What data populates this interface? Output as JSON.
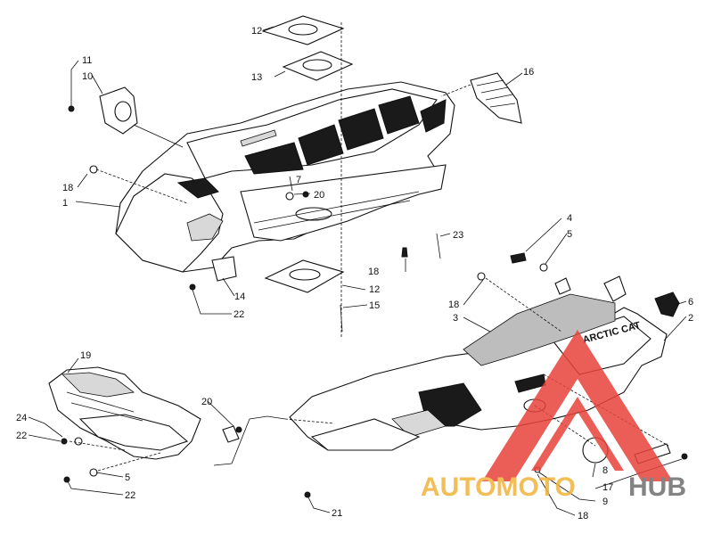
{
  "diagram": {
    "callouts": [
      {
        "id": "c11",
        "label": "11"
      },
      {
        "id": "c10",
        "label": "10"
      },
      {
        "id": "c12a",
        "label": "12"
      },
      {
        "id": "c13",
        "label": "13"
      },
      {
        "id": "c16",
        "label": "16"
      },
      {
        "id": "c18a",
        "label": "18"
      },
      {
        "id": "c1",
        "label": "1"
      },
      {
        "id": "c7",
        "label": "7"
      },
      {
        "id": "c20a",
        "label": "20"
      },
      {
        "id": "c23",
        "label": "23"
      },
      {
        "id": "c4",
        "label": "4"
      },
      {
        "id": "c5a",
        "label": "5"
      },
      {
        "id": "c18b",
        "label": "18"
      },
      {
        "id": "c12b",
        "label": "12"
      },
      {
        "id": "c14",
        "label": "14"
      },
      {
        "id": "c22a",
        "label": "22"
      },
      {
        "id": "c15",
        "label": "15"
      },
      {
        "id": "c18c",
        "label": "18"
      },
      {
        "id": "c6",
        "label": "6"
      },
      {
        "id": "c3",
        "label": "3"
      },
      {
        "id": "c2",
        "label": "2"
      },
      {
        "id": "c19",
        "label": "19"
      },
      {
        "id": "c20b",
        "label": "20"
      },
      {
        "id": "c24",
        "label": "24"
      },
      {
        "id": "c22b",
        "label": "22"
      },
      {
        "id": "c5b",
        "label": "5"
      },
      {
        "id": "c22c",
        "label": "22"
      },
      {
        "id": "c21",
        "label": "21"
      },
      {
        "id": "c8",
        "label": "8"
      },
      {
        "id": "c17",
        "label": "17"
      },
      {
        "id": "c9",
        "label": "9"
      },
      {
        "id": "c18d",
        "label": "18"
      }
    ],
    "decal_text": "ARCTIC CAT"
  },
  "watermark": {
    "part1": "AUTOMOTO",
    "part2": "HUB",
    "colors": {
      "triangle": "#e8433b",
      "part1": "#f2b23a",
      "part2": "#6e6e6e"
    }
  }
}
